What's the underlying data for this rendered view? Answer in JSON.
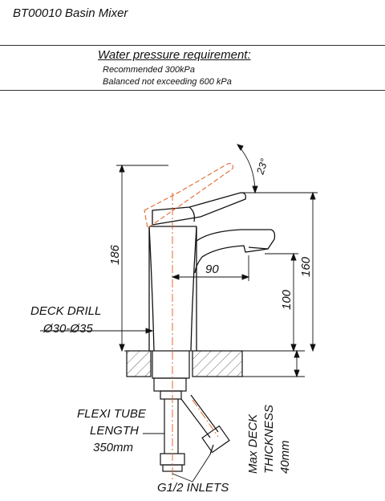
{
  "header": {
    "title": "BT00010 Basin Mixer"
  },
  "water_pressure": {
    "heading": "Water pressure requirement:",
    "line1": "Recommended 300kPa",
    "line2": "Balanced not exceeding 600 kPa"
  },
  "dimensions": {
    "angle": "23°",
    "height_total": "186",
    "spout_reach": "90",
    "spout_height": "100",
    "body_height": "160"
  },
  "labels": {
    "deck_drill_line1": "DECK DRILL",
    "deck_drill_line2": "Ø30-Ø35",
    "flexi_line1": "FLEXI TUBE",
    "flexi_line2": "LENGTH",
    "flexi_line3": "350mm",
    "inlets": "G1/2 INLETS",
    "deck_thickness_line1": "Max DECK",
    "deck_thickness_line2": "THICKNESS",
    "deck_thickness_line3": "40mm"
  },
  "colors": {
    "line": "#111111",
    "centerline": "#e05a1a",
    "hatch": "#666666"
  }
}
